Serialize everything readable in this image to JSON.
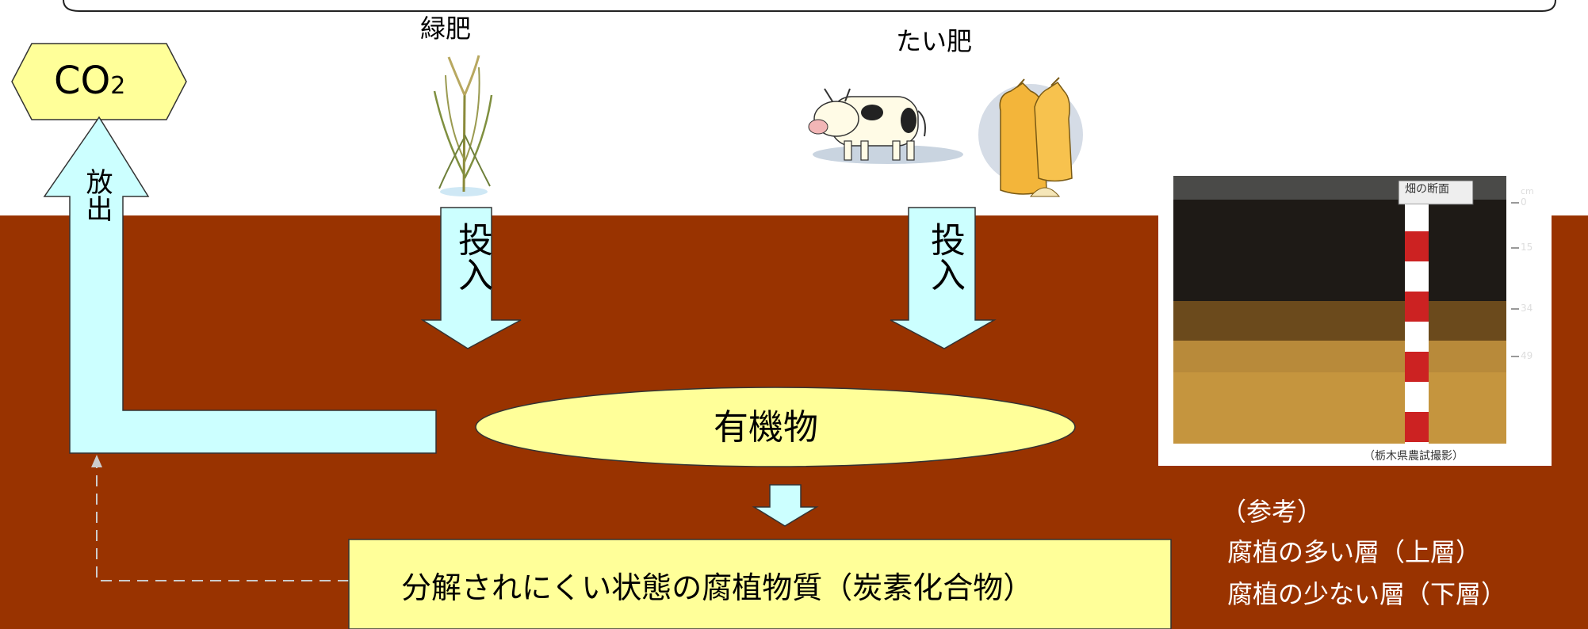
{
  "labels": {
    "co2_main": "CO",
    "co2_sub": "2",
    "release": "放出",
    "green_manure": "緑肥",
    "compost": "たい肥",
    "input_left": "投入",
    "input_right": "投入",
    "organic_matter": "有機物",
    "humus": "分解されにくい状態の腐植物質（炭素化合物）",
    "note_title": "（参考）",
    "note_line1": "腐植の多い層（上層）",
    "note_line2": "腐植の少ない層（下層）"
  },
  "photo": {
    "unit": "cm",
    "scale_marks": [
      "0",
      "15",
      "34",
      "49"
    ],
    "sign_text": "畑の断面",
    "caption": "（栃木県農試撮影）"
  },
  "colors": {
    "soil": "#993300",
    "arrow_fill": "#ccffff",
    "ellipse_fill": "#ffff99",
    "box_fill": "#ffff99",
    "note_text": "#ffffff",
    "dashed_line": "#cccccc"
  },
  "icons": [
    "rice-plant-icon",
    "cow-icon",
    "compost-bags-icon"
  ]
}
